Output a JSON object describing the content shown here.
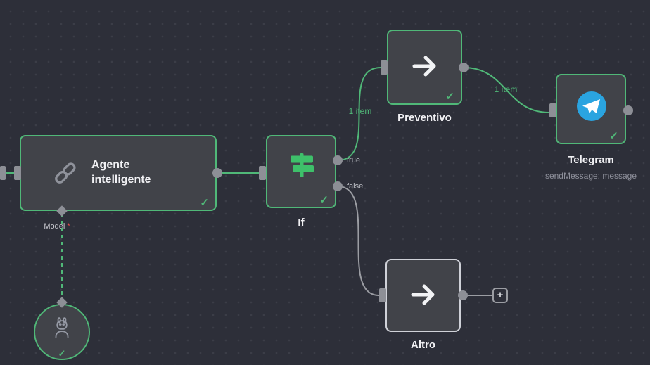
{
  "colors": {
    "accent_green": "#50b878",
    "if_icon_green": "#3ec06a",
    "telegram_blue": "#2aa4e0",
    "inactive_gray": "#9b9da3",
    "altro_border_gray": "#cfd1d8",
    "canvas_bg": "#2d2f39"
  },
  "icons": {
    "check": "✓",
    "plus": "+"
  },
  "nodes": {
    "agent": {
      "title": "Agente intelligente",
      "model_port": {
        "label": "Model",
        "required_marker": "*"
      }
    },
    "if": {
      "label": "If",
      "outputs": {
        "true_label": "true",
        "false_label": "false"
      }
    },
    "preventivo": {
      "label": "Preventivo"
    },
    "telegram": {
      "label": "Telegram",
      "subtitle": "sendMessage: message"
    },
    "altro": {
      "label": "Altro"
    }
  },
  "connections": {
    "if_true_label": "1 item",
    "preventivo_out_label": "1 item"
  }
}
